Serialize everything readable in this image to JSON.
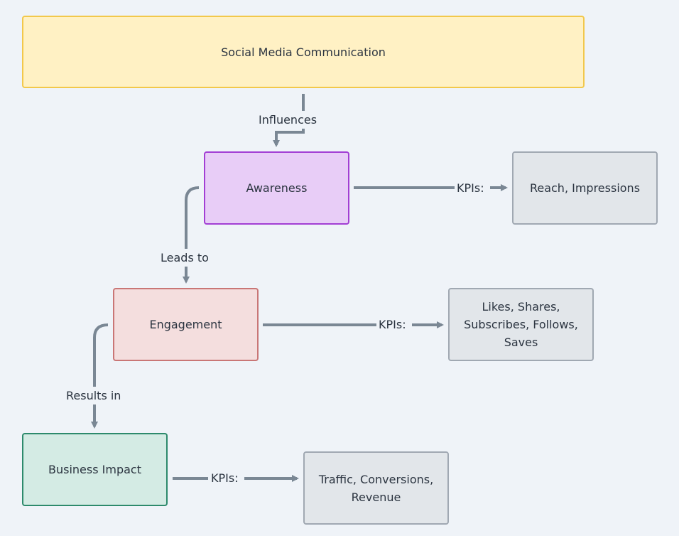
{
  "nodes": {
    "social": {
      "text": "Social Media Communication",
      "fill": "#fff1c4",
      "stroke": "#f2c84b"
    },
    "awareness": {
      "text": "Awareness",
      "fill": "#e8cdf7",
      "stroke": "#a23ed4"
    },
    "engagement": {
      "text": "Engagement",
      "fill": "#f4dede",
      "stroke": "#c97676"
    },
    "business": {
      "text": "Business Impact",
      "fill": "#d4ebe4",
      "stroke": "#2d8a6c"
    },
    "reach": {
      "text": "Reach, Impressions",
      "fill": "#e2e6ea",
      "stroke": "#a0a8b2"
    },
    "likes": {
      "text": "Likes, Shares, Subscribes, Follows, Saves",
      "fill": "#e2e6ea",
      "stroke": "#a0a8b2"
    },
    "traffic": {
      "text": "Traffic, Conversions, Revenue",
      "fill": "#e2e6ea",
      "stroke": "#a0a8b2"
    }
  },
  "edges": {
    "influences": "Influences",
    "leads_to": "Leads to",
    "results_in": "Results in",
    "kpi_awareness": "KPIs:",
    "kpi_engagement": "KPIs:",
    "kpi_business": "KPIs:"
  },
  "colors": {
    "background": "#eff3f8",
    "edge": "#7a8794"
  }
}
